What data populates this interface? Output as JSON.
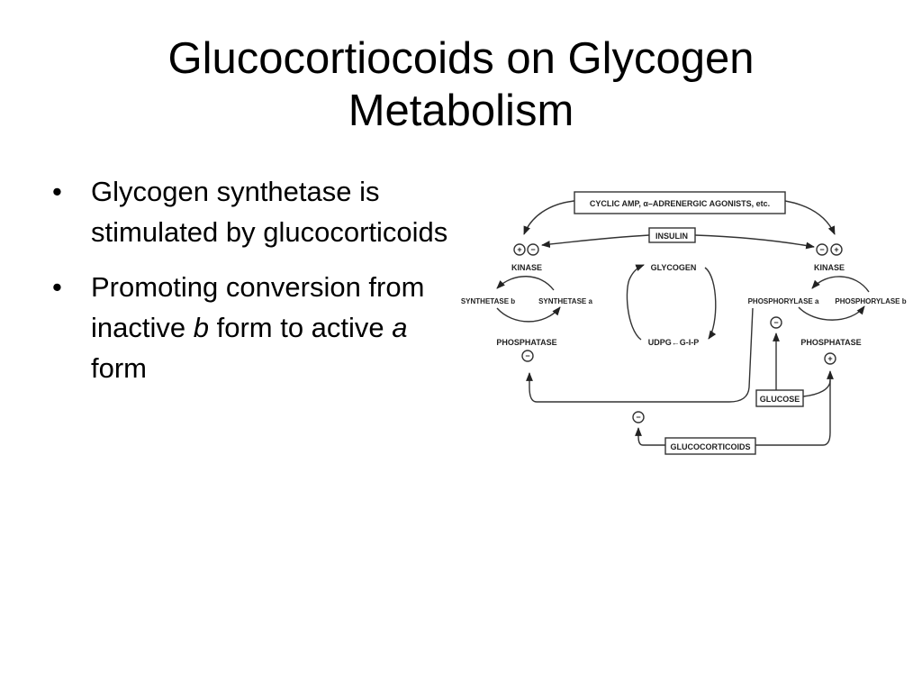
{
  "slide": {
    "title_line1": "Glucocortiocoids on Glycogen",
    "title_line2": "Metabolism",
    "bullets": [
      {
        "bullet": "•",
        "parts": [
          "Glycogen synthetase is stimulated by glucocorticoids"
        ]
      },
      {
        "bullet": "•",
        "text_a": "Promoting conversion from inactive ",
        "italic_b": "b",
        "text_b": " form to active ",
        "italic_a": "a",
        "text_c": " form"
      }
    ]
  },
  "diagram": {
    "top_box": "CYCLIC AMP, α–ADRENERGIC AGONISTS, etc.",
    "insulin_box": "INSULIN",
    "left_kinase": "KINASE",
    "right_kinase": "KINASE",
    "glycogen": "GLYCOGEN",
    "synthetase_b": "SYNTHETASE b",
    "synthetase_a": "SYNTHETASE a",
    "phosphorylase_a": "PHOSPHORYLASE a",
    "phosphorylase_b": "PHOSPHORYLASE b",
    "udpg": "UDPG←G-I-P",
    "left_phosphatase": "PHOSPHATASE",
    "right_phosphatase": "PHOSPHATASE",
    "glucose_box": "GLUCOSE",
    "glucocorticoids_box": "GLUCOCORTICOIDS",
    "plus": "+",
    "minus": "−"
  }
}
